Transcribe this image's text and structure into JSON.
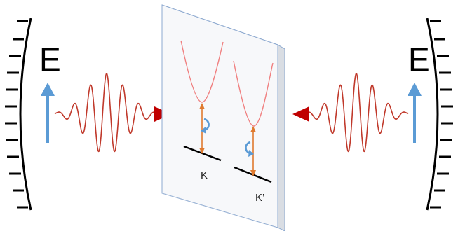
{
  "left_field": {
    "label": "E"
  },
  "right_field": {
    "label": "E"
  },
  "valleys": [
    {
      "label": "K"
    },
    {
      "label": "K’"
    }
  ],
  "colors": {
    "mirror": "#000000",
    "field_arrow": "#5b9bd5",
    "wave": "#c0392b",
    "wave_arrowhead": "#c00000",
    "band": "#f08080",
    "transition": "#e07a2e",
    "circular_arrow": "#5b9bd5",
    "sample_edge": "#8eaad0",
    "sample_face": "#f7f8fa",
    "sample_side": "#d9dde3"
  }
}
